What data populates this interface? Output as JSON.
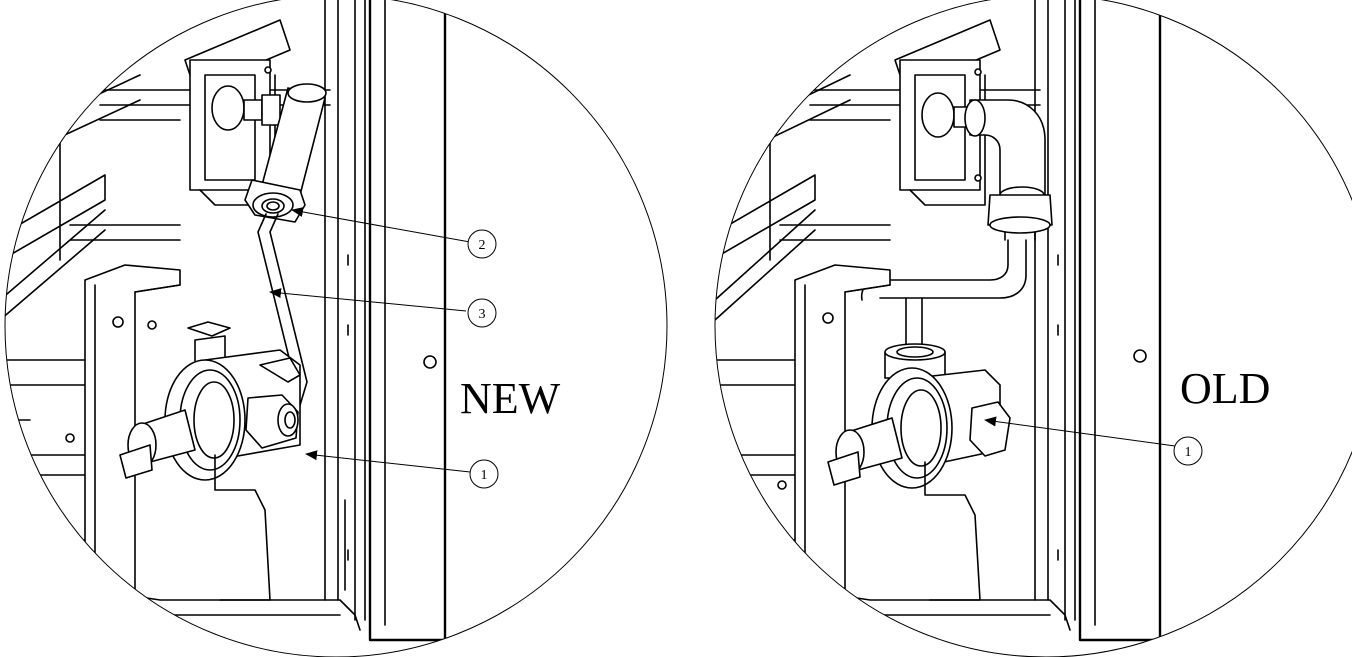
{
  "panels": [
    {
      "label": "NEW",
      "callouts": [
        {
          "number": "1"
        },
        {
          "number": "2"
        },
        {
          "number": "3"
        }
      ]
    },
    {
      "label": "OLD",
      "callouts": [
        {
          "number": "1"
        }
      ]
    }
  ],
  "colors": {
    "ink": "#000000",
    "paper": "#ffffff"
  }
}
